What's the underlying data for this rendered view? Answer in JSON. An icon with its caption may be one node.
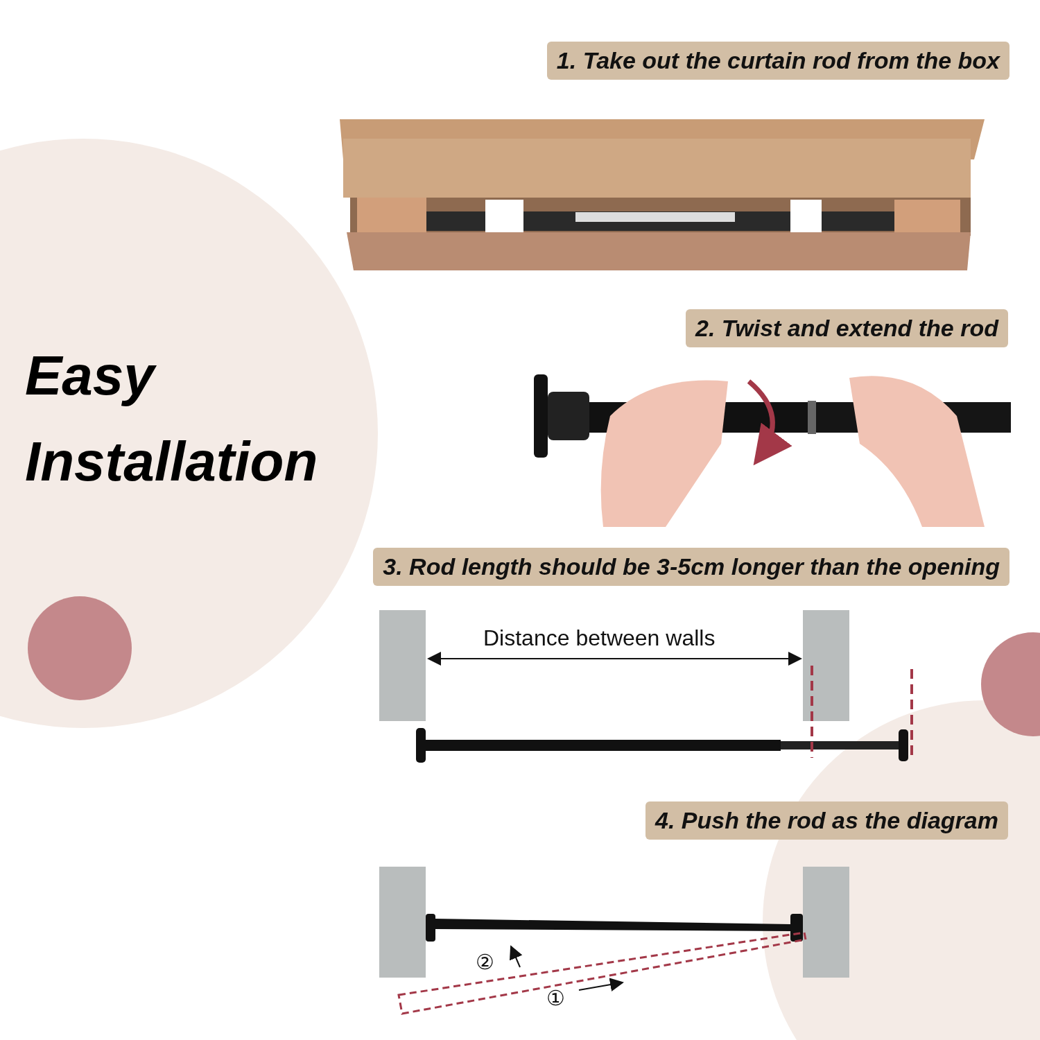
{
  "diagram": {
    "title": "Easy Installation",
    "labels": [
      "1. Take out the curtain rod from the box",
      "2. Twist and extend the rod",
      "3. Rod length should be 3-5cm longer than the opening",
      "Distance between walls",
      "4. Push the rod as the diagram",
      "②",
      "①"
    ]
  }
}
